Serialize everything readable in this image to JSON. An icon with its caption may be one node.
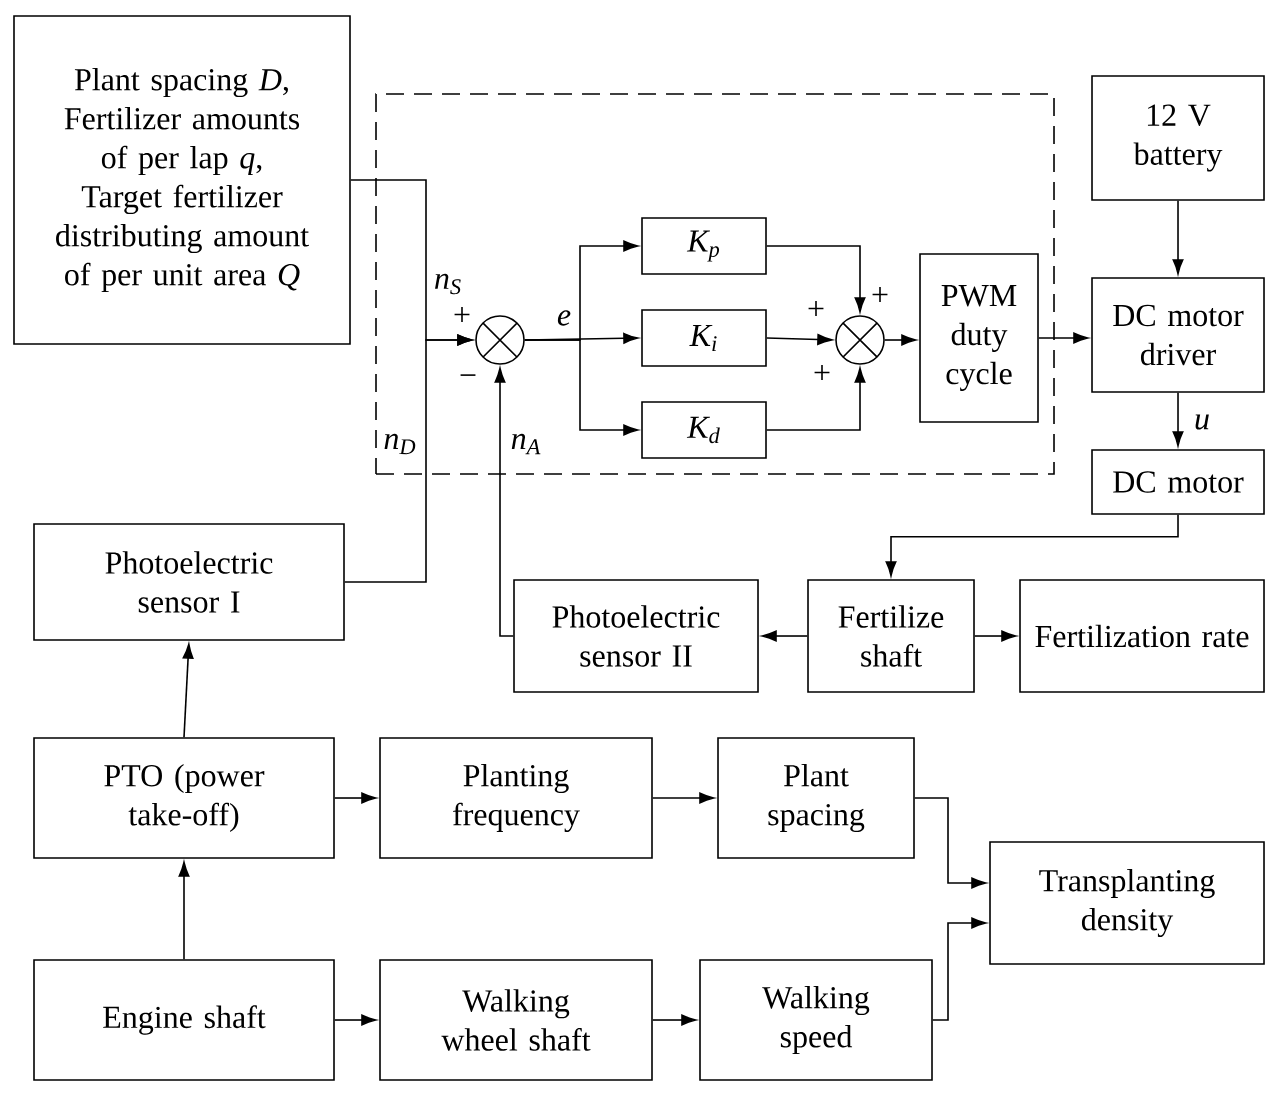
{
  "diagram": {
    "nodes": [
      {
        "text": [
          "Plant spacing *D*, Fertilizer amounts of per lap *q*, Target fertilizer distributing amount of per unit area *Q*"
        ]
      },
      {
        "text": [],
        "shape": "box"
      },
      {
        "text": [],
        "shape": "circle",
        "in": 1
      },
      {
        "text": [
          "K$_{p}$"
        ],
        "in": 1
      },
      {
        "text": [
          "K$_{i}$"
        ],
        "in": 1
      },
      {
        "text": [
          "K$_{d}$"
        ],
        "in": 1
      },
      {
        "text": [],
        "shape": "circle",
        "in": 1
      },
      {
        "text": [
          "PWM duty cycle"
        ],
        "in": 1
      },
      {
        "text": [
          "12 V battery"
        ]
      },
      {
        "text": [
          "DC motor driver"
        ]
      },
      {
        "text": [
          "DC motor"
        ]
      },
      {
        "text": [
          "Photoelectric sensor I"
        ]
      },
      {
        "text": [
          "Photoelectric sensor II"
        ]
      },
      {
        "text": [
          "Fertilize shaft"
        ]
      },
      {
        "text": [
          "Fertilization rate"
        ]
      },
      {
        "text": [
          "PTO (power take-off)"
        ]
      },
      {
        "text": [
          "Planting frequency"
        ]
      },
      {
        "text": [
          "Plant spacing"
        ]
      },
      {
        "text": [
          "Transplanting density"
        ]
      },
      {
        "text": [
          "Engine shaft"
        ]
      },
      {
        "text": [
          "Walking wheel shaft"
        ]
      },
      {
        "text": [
          "Walking speed"
        ]
      }
    ],
    "edges": [
      {
        "from": 0,
        "to": 2,
        "arrow": "to",
        "label": "n$_{S}$"
      },
      {
        "from": 11,
        "to": 2,
        "arrow": "to",
        "label": "n$_{D}$"
      },
      {
        "from": 12,
        "to": 2,
        "arrow": "to",
        "label": "n$_{A}$"
      },
      {
        "from": 2,
        "to": 3,
        "arrow": "to"
      },
      {
        "from": 2,
        "to": 4,
        "arrow": "to",
        "label": "e"
      },
      {
        "from": 2,
        "to": 5,
        "arrow": "to"
      },
      {
        "from": 3,
        "to": 6,
        "arrow": "to"
      },
      {
        "from": 4,
        "to": 6,
        "arrow": "to"
      },
      {
        "from": 5,
        "to": 6,
        "arrow": "to"
      },
      {
        "from": 6,
        "to": 7,
        "arrow": "to"
      },
      {
        "from": 7,
        "to": 9,
        "arrow": "to"
      },
      {
        "from": 8,
        "to": 9,
        "arrow": "to"
      },
      {
        "from": 9,
        "to": 10,
        "arrow": "to",
        "label": "u"
      },
      {
        "from": 10,
        "to": 13,
        "arrow": "to"
      },
      {
        "from": 13,
        "to": 12,
        "arrow": "to"
      },
      {
        "from": 13,
        "to": 14,
        "arrow": "to"
      },
      {
        "from": 15,
        "to": 11,
        "arrow": "to"
      },
      {
        "from": 15,
        "to": 16,
        "arrow": "to"
      },
      {
        "from": 16,
        "to": 17,
        "arrow": "to"
      },
      {
        "from": 17,
        "to": 18,
        "arrow": "to"
      },
      {
        "from": 21,
        "to": 18,
        "arrow": "to"
      },
      {
        "from": 19,
        "to": 15,
        "arrow": "to"
      },
      {
        "from": 19,
        "to": 20,
        "arrow": "to"
      },
      {
        "from": 20,
        "to": 21,
        "arrow": "to"
      }
    ],
    "labels": [
      "+",
      "−",
      "+",
      "+",
      "+"
    ]
  }
}
